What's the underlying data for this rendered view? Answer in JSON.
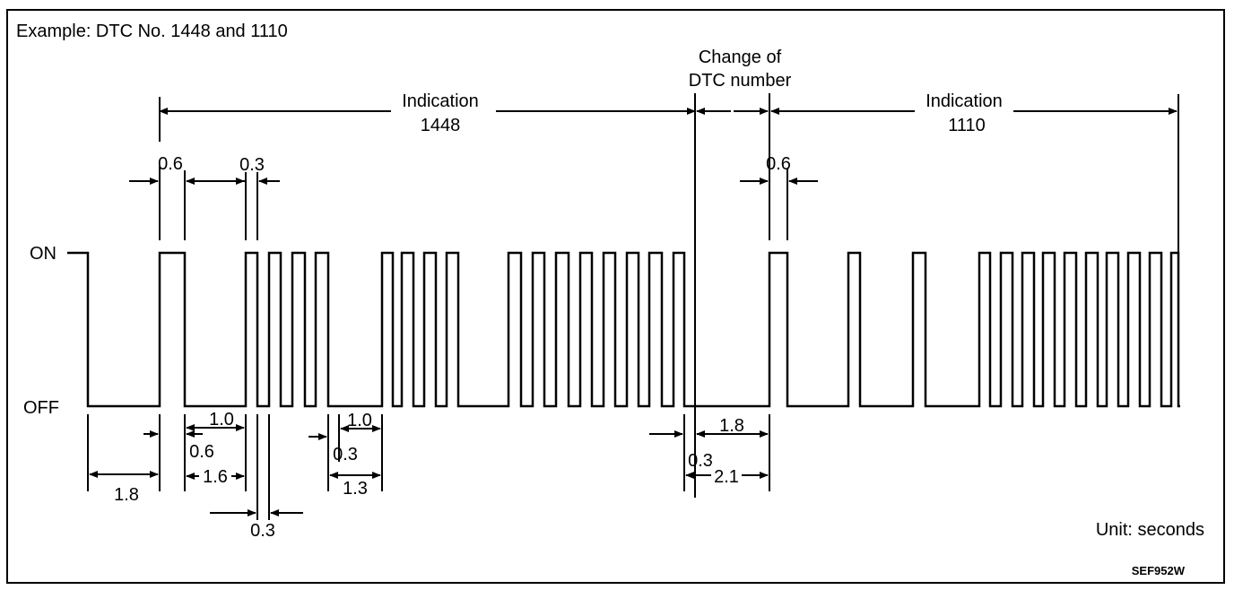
{
  "title": "Example: DTC No. 1448 and 1110",
  "levels": {
    "on": "ON",
    "off": "OFF"
  },
  "indication_1448": {
    "line1": "Indication",
    "line2": "1448"
  },
  "change_dtc": {
    "line1": "Change of",
    "line2": "DTC number"
  },
  "indication_1110": {
    "line1": "Indication",
    "line2": "1110"
  },
  "dims": {
    "top_0_6_a": "0.6",
    "top_0_3": "0.3",
    "top_0_6_b": "0.6",
    "b_1_0_a": "1.0",
    "b_0_6": "0.6",
    "b_1_6": "1.6",
    "b_1_8_a": "1.8",
    "b_0_3_a": "0.3",
    "b_1_0_b": "1.0",
    "b_0_3_b": "0.3",
    "b_1_3": "1.3",
    "b_1_8_b": "1.8",
    "b_0_3_c": "0.3",
    "b_2_1": "2.1"
  },
  "unit": "Unit: seconds",
  "code": "SEF952W",
  "colors": {
    "ink": "#000000",
    "background": "#ffffff"
  }
}
